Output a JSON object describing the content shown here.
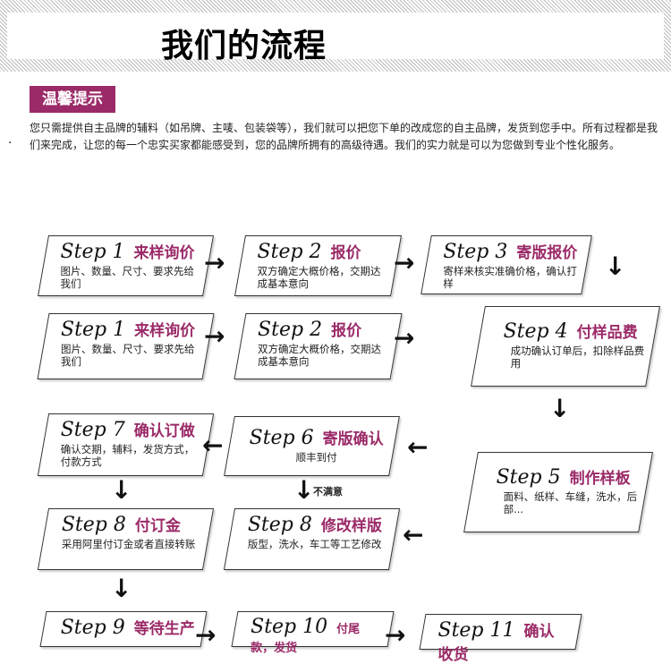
{
  "header": {
    "title": "我们的流程"
  },
  "tip": {
    "label": "温馨提示",
    "text": "您只需提供自主品牌的辅料（如吊牌、主唛、包装袋等），我们就可以把您下单的改成您的自主品牌，发货到您手中。所有过程都是我们来完成，让您的每一个忠实买家都能感受到，您的品牌所拥有的高级待遇。我们的实力就是可以为您做到专业个性化服务。",
    "bullet": "·"
  },
  "accent_color": "#9b2a68",
  "steps": [
    {
      "step": "Step 1",
      "name": "来样询价",
      "desc": "图片、数量、尺寸、要求先给我们"
    },
    {
      "step": "Step 2",
      "name": "报价",
      "desc": "双方确定大概价格，交期达成基本意向"
    },
    {
      "step": "Step 3",
      "name": "寄版报价",
      "desc": "寄样来核实准确价格，确认打样"
    },
    {
      "step": "Step 1",
      "name": "来样询价",
      "desc": "图片、数量、尺寸、要求先给我们"
    },
    {
      "step": "Step 2",
      "name": "报价",
      "desc": "双方确定大概价格，交期达成基本意向"
    },
    {
      "step": "Step 4",
      "name": "付样品费",
      "desc": "成功确认订单后，扣除样品费用"
    },
    {
      "step": "Step 7",
      "name": "确认订做",
      "desc": "确认交期，辅料，发货方式，付款方式"
    },
    {
      "step": "Step 6",
      "name": "寄版确认",
      "desc": "顺丰到付"
    },
    {
      "step": "Step 5",
      "name": "制作样板",
      "desc": "面料、纸样、车缝，洗水，后部..."
    },
    {
      "step": "Step 8",
      "name": "付订金",
      "desc": "采用阿里付订金或者直接转账"
    },
    {
      "step": "Step 8",
      "name": "修改样版",
      "desc": "版型，洗水，车工等工艺修改"
    },
    {
      "step": "Step 9",
      "name": "等待生产",
      "desc": ""
    },
    {
      "step": "Step 10",
      "name": "付尾款，发货",
      "desc": ""
    },
    {
      "step": "Step 11",
      "name": "确认收货",
      "desc": ""
    }
  ],
  "arrows": {
    "right": "→",
    "left": "←",
    "down": "↓",
    "not_satisfied": "不满意"
  }
}
